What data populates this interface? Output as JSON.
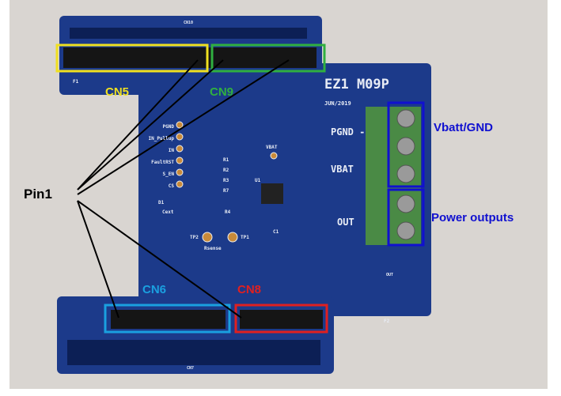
{
  "board": {
    "name": "EZ1 M09P",
    "date": "JUN/2019",
    "pins": [
      "PGND",
      "IN_Pullup",
      "IN",
      "FaultRST",
      "S_EN",
      "CS"
    ],
    "resistors": [
      "R1",
      "R2",
      "R3",
      "R7",
      "R4"
    ],
    "labels": {
      "u1": "U1",
      "vbat_tp": "VBAT",
      "d1": "D1",
      "cext": "Cext",
      "tp1": "TP1",
      "tp2": "TP2",
      "rsense": "Rsense",
      "c1": "C1",
      "f1": "F1",
      "f2": "F2",
      "cn10": "CN10",
      "cn7": "CN7",
      "out_small": "OUT"
    },
    "terminal_labels": {
      "pgnd": "PGND -",
      "vbat": "VBAT",
      "out": "OUT"
    }
  },
  "annotations": {
    "cn5": "CN5",
    "cn9": "CN9",
    "cn6": "CN6",
    "cn8": "CN8",
    "pin1": "Pin1",
    "vbatt_gnd": "Vbatt/GND",
    "power_outputs": "Power outputs"
  },
  "colors": {
    "cn5": "#f0e020",
    "cn9": "#30b040",
    "cn6": "#1aa0e0",
    "cn8": "#e02020",
    "terminal_box": "#1010d0",
    "board": "#1c3a8a"
  }
}
